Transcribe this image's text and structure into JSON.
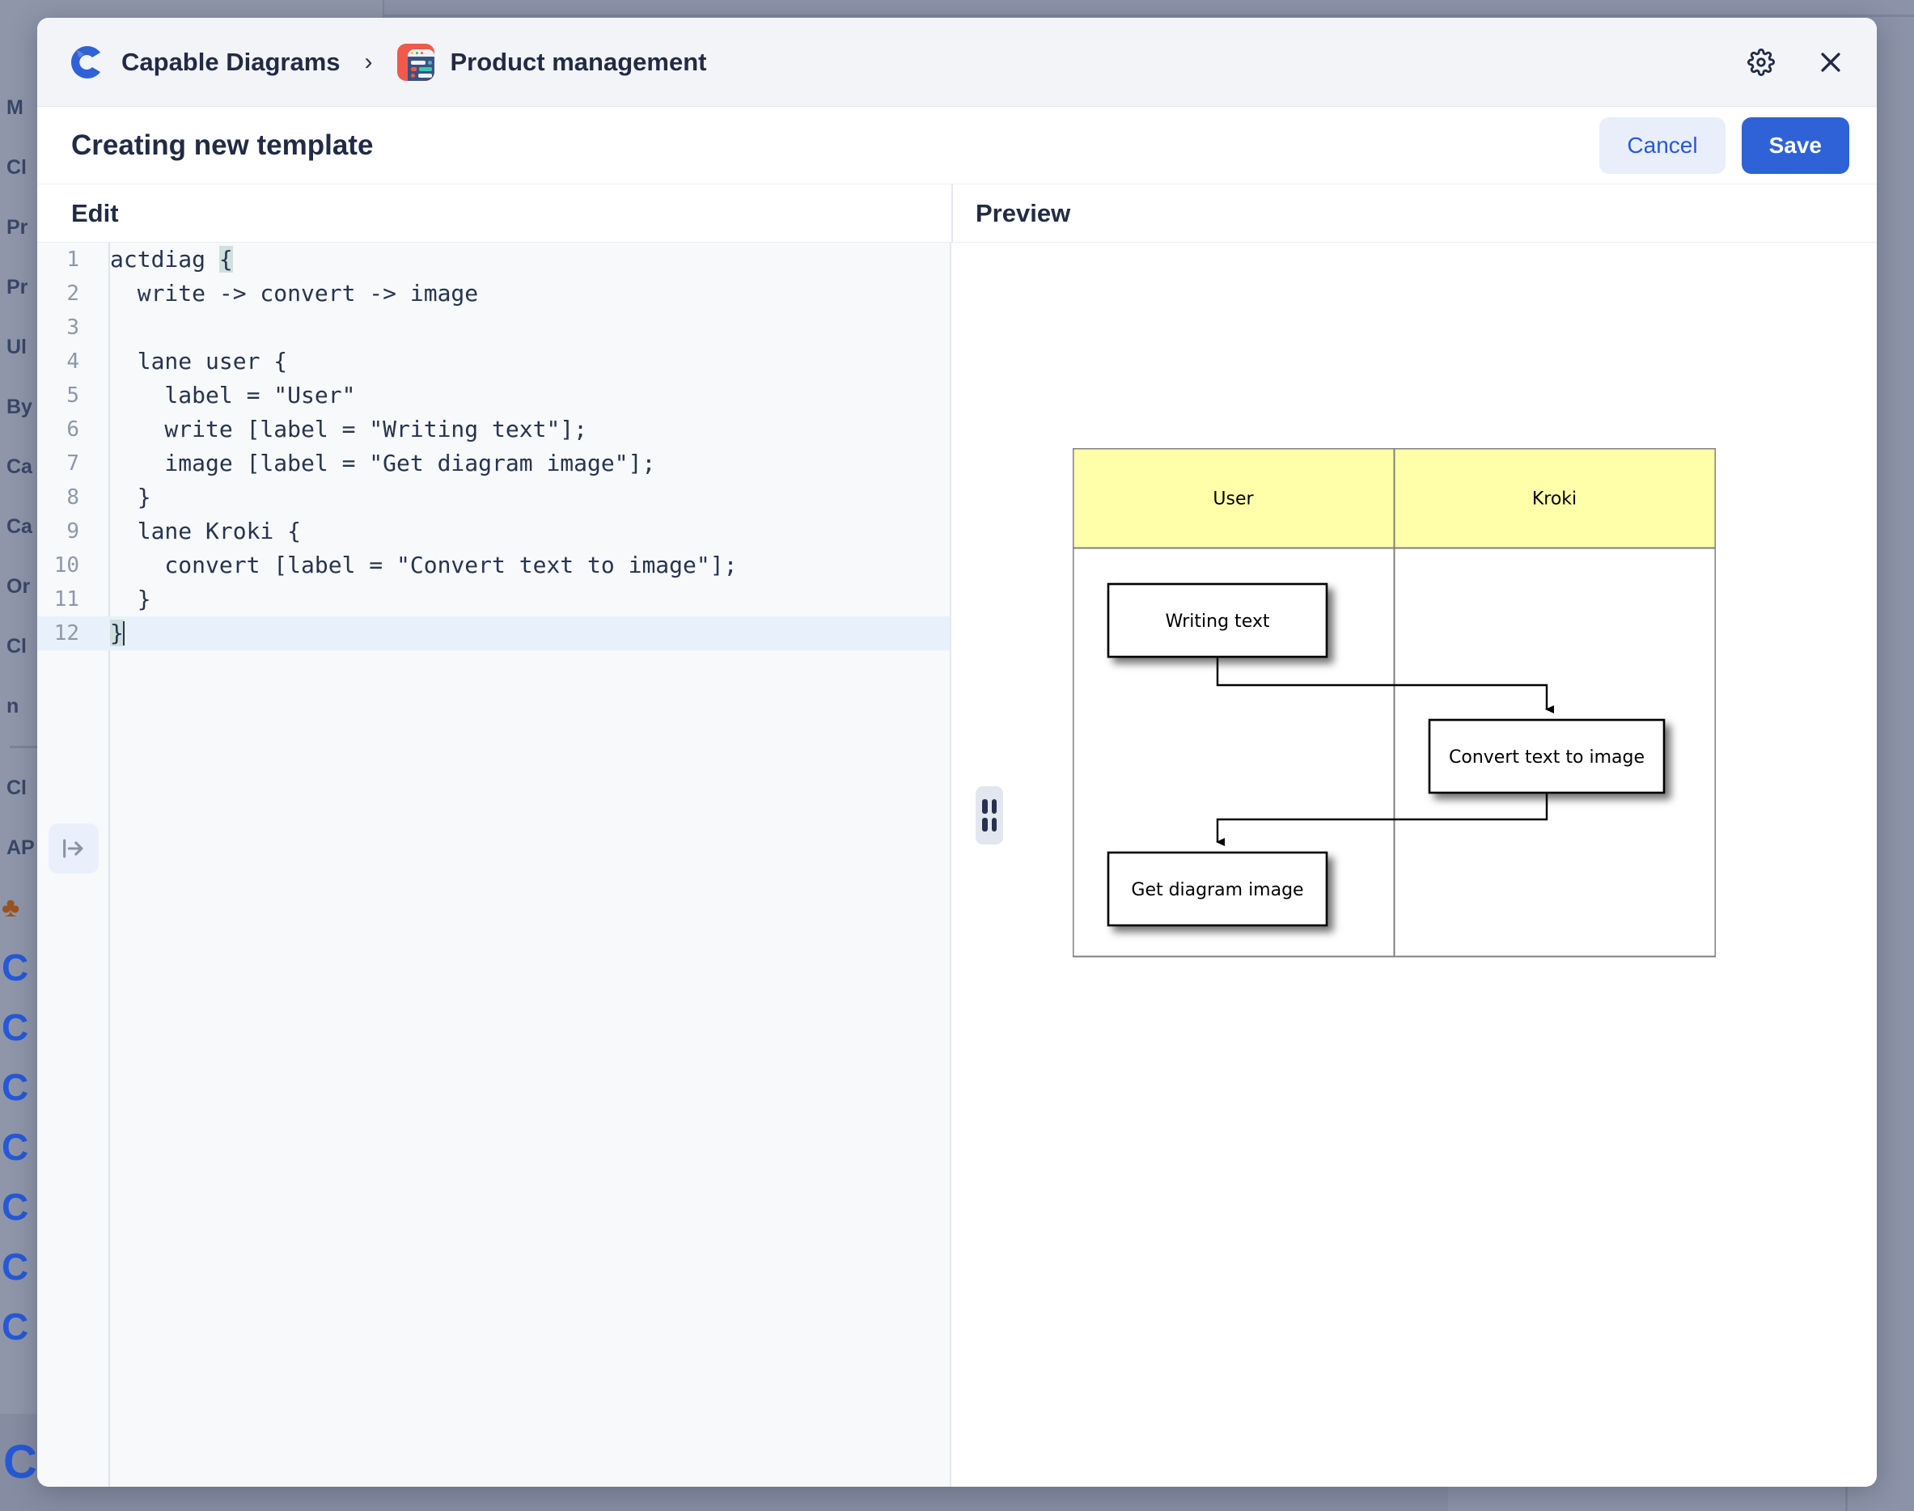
{
  "background": {
    "sidebar_fragments": [
      "M",
      "Cl",
      "Pr",
      "Pr",
      "Ul",
      "By",
      "Ca",
      "Ca",
      "Or",
      "Cl",
      "n",
      "Cl"
    ],
    "api_label": "AP",
    "bottom_label": "Capable Diagrams"
  },
  "breadcrumb": {
    "workspace": "Capable Diagrams",
    "separator": "›",
    "project": "Product management",
    "workspace_icon": "capable-logo-icon",
    "project_icon": "product-management-icon"
  },
  "window_controls": {
    "settings_icon": "gear-icon",
    "close_icon": "close-icon"
  },
  "header": {
    "title": "Creating new template",
    "cancel_label": "Cancel",
    "save_label": "Save"
  },
  "panes": {
    "edit_label": "Edit",
    "preview_label": "Preview",
    "expand_icon": "expand-sidebar-icon",
    "splitter_icon": "drag-handle-icon"
  },
  "editor": {
    "language": "actdiag",
    "active_line": 12,
    "lines": [
      {
        "n": 1,
        "text": "actdiag {",
        "bracket_col": 8
      },
      {
        "n": 2,
        "text": "  write -> convert -> image"
      },
      {
        "n": 3,
        "text": ""
      },
      {
        "n": 4,
        "text": "  lane user {"
      },
      {
        "n": 5,
        "text": "    label = \"User\""
      },
      {
        "n": 6,
        "text": "    write [label = \"Writing text\"];"
      },
      {
        "n": 7,
        "text": "    image [label = \"Get diagram image\"];"
      },
      {
        "n": 8,
        "text": "  }"
      },
      {
        "n": 9,
        "text": "  lane Kroki {"
      },
      {
        "n": 10,
        "text": "    convert [label = \"Convert text to image\"];"
      },
      {
        "n": 11,
        "text": "  }"
      },
      {
        "n": 12,
        "text": "}",
        "bracket_col": 0,
        "active": true
      }
    ]
  },
  "diagram": {
    "type": "activity-lane-diagram",
    "lanes": [
      {
        "id": "user",
        "label": "User"
      },
      {
        "id": "Kroki",
        "label": "Kroki"
      }
    ],
    "nodes": [
      {
        "id": "write",
        "label": "Writing text",
        "lane": "user"
      },
      {
        "id": "convert",
        "label": "Convert text to image",
        "lane": "Kroki"
      },
      {
        "id": "image",
        "label": "Get diagram image",
        "lane": "user"
      }
    ],
    "edges": [
      {
        "from": "write",
        "to": "convert"
      },
      {
        "from": "convert",
        "to": "image"
      }
    ],
    "colors": {
      "lane_header_fill": "#ffffaa",
      "lane_border": "#808080",
      "node_fill": "#ffffff",
      "node_border": "#000000"
    }
  },
  "theme": {
    "accent": "#2f62d6",
    "accent_soft": "#e9eefb",
    "text": "#222b45",
    "editor_bg": "#f7f9fb",
    "active_line": "#e8f1fb",
    "bracket_match": "#cfe0dd"
  }
}
